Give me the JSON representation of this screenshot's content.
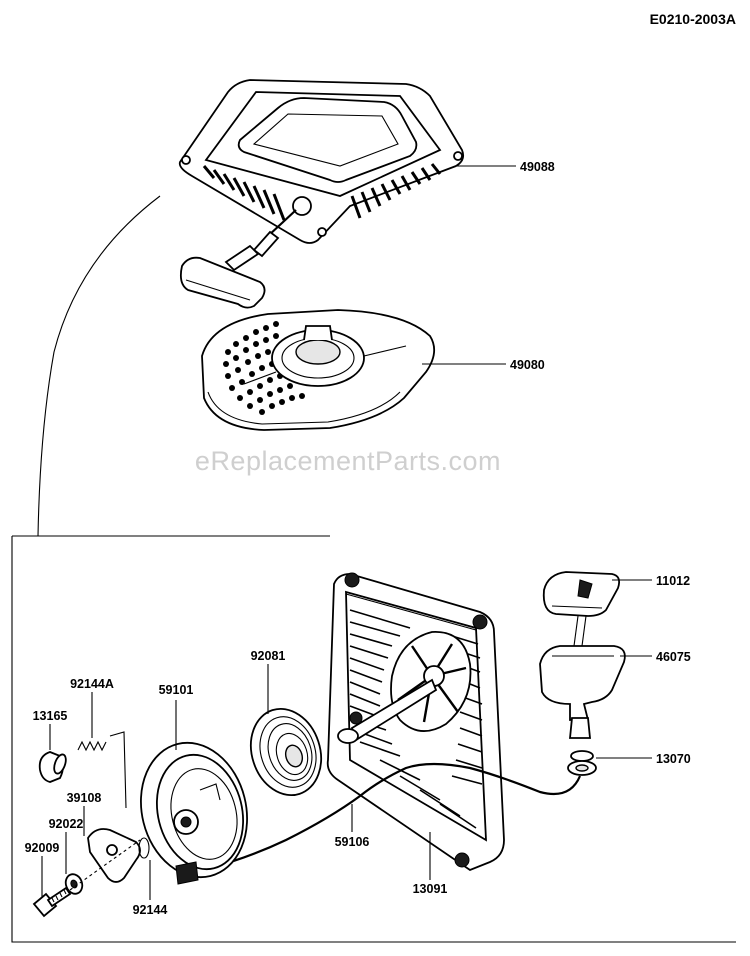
{
  "diagram_code": "E0210-2003A",
  "watermark": "eReplacementParts.com",
  "parts": [
    {
      "id": "49088",
      "label": "49088"
    },
    {
      "id": "49080",
      "label": "49080"
    },
    {
      "id": "11012",
      "label": "11012"
    },
    {
      "id": "92081",
      "label": "92081"
    },
    {
      "id": "46075",
      "label": "46075"
    },
    {
      "id": "92144A",
      "label": "92144A"
    },
    {
      "id": "59101",
      "label": "59101"
    },
    {
      "id": "13165",
      "label": "13165"
    },
    {
      "id": "13070",
      "label": "13070"
    },
    {
      "id": "39108",
      "label": "39108"
    },
    {
      "id": "92022",
      "label": "92022"
    },
    {
      "id": "92009",
      "label": "92009"
    },
    {
      "id": "13091",
      "label": "13091"
    },
    {
      "id": "59106",
      "label": "59106"
    },
    {
      "id": "92144",
      "label": "92144"
    }
  ]
}
